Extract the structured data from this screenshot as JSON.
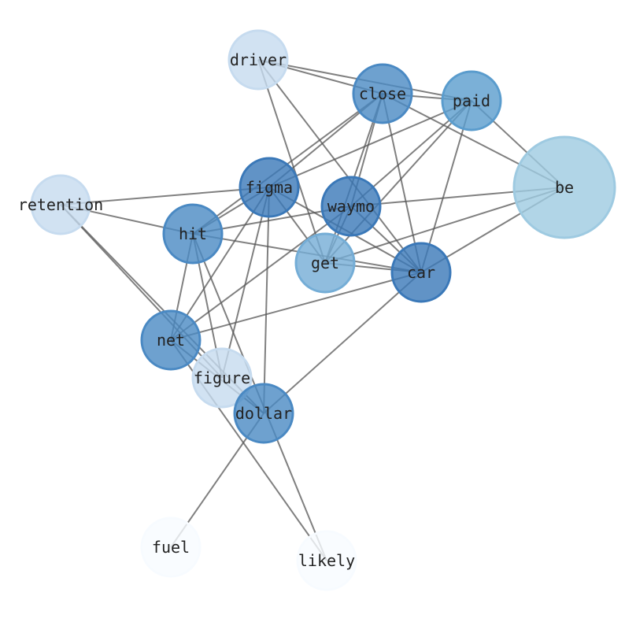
{
  "colors": {
    "edge": "#555555"
  },
  "nodes": [
    {
      "id": "driver",
      "label": "driver",
      "color": "#c6dbef"
    },
    {
      "id": "close",
      "label": "close",
      "color": "#4a89c3"
    },
    {
      "id": "paid",
      "label": "paid",
      "color": "#5a9ccd"
    },
    {
      "id": "be",
      "label": "be",
      "color": "#9ecae1"
    },
    {
      "id": "retention",
      "label": "retention",
      "color": "#c6dbef"
    },
    {
      "id": "figma",
      "label": "figma",
      "color": "#3a78b8"
    },
    {
      "id": "waymo",
      "label": "waymo",
      "color": "#3a78b8"
    },
    {
      "id": "hit",
      "label": "hit",
      "color": "#4a89c3"
    },
    {
      "id": "get",
      "label": "get",
      "color": "#74add6"
    },
    {
      "id": "car",
      "label": "car",
      "color": "#3a78b8"
    },
    {
      "id": "net",
      "label": "net",
      "color": "#4a89c3"
    },
    {
      "id": "figure",
      "label": "figure",
      "color": "#c6dbef"
    },
    {
      "id": "dollar",
      "label": "dollar",
      "color": "#4a89c3"
    },
    {
      "id": "fuel",
      "label": "fuel",
      "color": "#f7fbff"
    },
    {
      "id": "likely",
      "label": "likely",
      "color": "#f7fbff"
    }
  ],
  "edges": [
    [
      "driver",
      "close"
    ],
    [
      "driver",
      "paid"
    ],
    [
      "driver",
      "car"
    ],
    [
      "driver",
      "get"
    ],
    [
      "close",
      "paid"
    ],
    [
      "close",
      "be"
    ],
    [
      "close",
      "car"
    ],
    [
      "close",
      "waymo"
    ],
    [
      "close",
      "get"
    ],
    [
      "close",
      "figma"
    ],
    [
      "close",
      "hit"
    ],
    [
      "paid",
      "be"
    ],
    [
      "paid",
      "figma"
    ],
    [
      "paid",
      "waymo"
    ],
    [
      "paid",
      "get"
    ],
    [
      "paid",
      "car"
    ],
    [
      "be",
      "waymo"
    ],
    [
      "be",
      "get"
    ],
    [
      "be",
      "car"
    ],
    [
      "retention",
      "figma"
    ],
    [
      "retention",
      "hit"
    ],
    [
      "retention",
      "dollar"
    ],
    [
      "retention",
      "figure"
    ],
    [
      "figma",
      "car"
    ],
    [
      "figma",
      "hit"
    ],
    [
      "figma",
      "net"
    ],
    [
      "figma",
      "figure"
    ],
    [
      "figma",
      "dollar"
    ],
    [
      "figma",
      "get"
    ],
    [
      "hit",
      "waymo"
    ],
    [
      "hit",
      "car"
    ],
    [
      "hit",
      "net"
    ],
    [
      "hit",
      "figure"
    ],
    [
      "hit",
      "likely"
    ],
    [
      "waymo",
      "car"
    ],
    [
      "waymo",
      "net"
    ],
    [
      "waymo",
      "get"
    ],
    [
      "get",
      "car"
    ],
    [
      "net",
      "car"
    ],
    [
      "net",
      "dollar"
    ],
    [
      "net",
      "likely"
    ],
    [
      "dollar",
      "car"
    ],
    [
      "dollar",
      "fuel"
    ]
  ]
}
